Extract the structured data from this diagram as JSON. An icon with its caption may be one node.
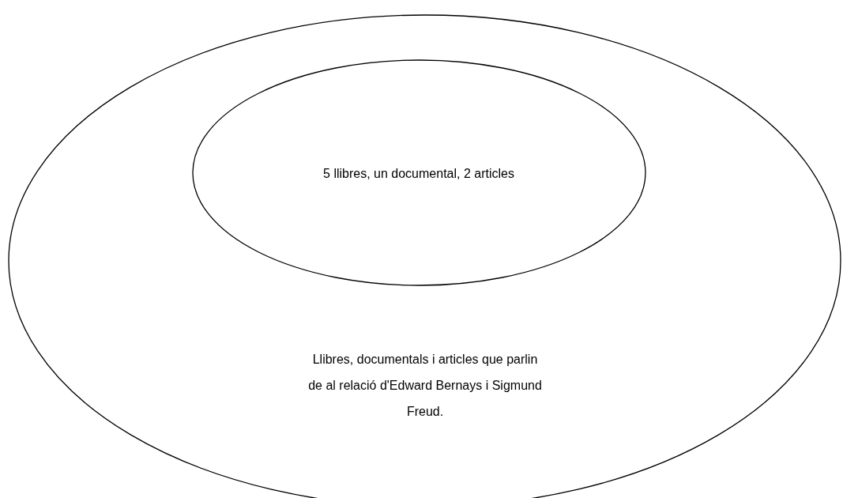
{
  "diagram": {
    "nodes": [
      {
        "text": [
          "Llibres, documentals i articles que parlin de al relació d'Edward Bernays i Sigmund Freud."
        ]
      },
      {
        "text": [
          "5 llibres, un documental, 2 articles"
        ],
        "in": 0
      }
    ]
  }
}
